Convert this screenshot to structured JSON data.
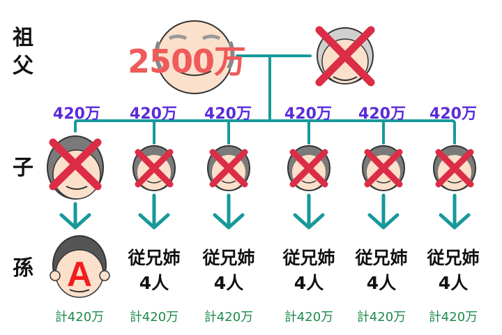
{
  "generations": {
    "grandparents_label": "祖\n父",
    "grandparents_label_chars": [
      "祖",
      "父"
    ],
    "children_label": "子",
    "grandchildren_label": "孫"
  },
  "grandfather": {
    "estate": "2500万",
    "status": "alive"
  },
  "grandmother": {
    "status": "deceased"
  },
  "children": [
    {
      "share": "420万",
      "status": "deceased"
    },
    {
      "share": "420万",
      "status": "deceased"
    },
    {
      "share": "420万",
      "status": "deceased"
    },
    {
      "share": "420万",
      "status": "deceased"
    },
    {
      "share": "420万",
      "status": "deceased"
    },
    {
      "share": "420万",
      "status": "deceased"
    }
  ],
  "grandchildren": [
    {
      "label": "A",
      "count": "",
      "total": "計420万"
    },
    {
      "label": "従兄姉",
      "count": "4人",
      "total": "計420万"
    },
    {
      "label": "従兄姉",
      "count": "4人",
      "total": "計420万"
    },
    {
      "label": "従兄姉",
      "count": "4人",
      "total": "計420万"
    },
    {
      "label": "従兄姉",
      "count": "4人",
      "total": "計420万"
    },
    {
      "label": "従兄姉",
      "count": "4人",
      "total": "計420万"
    }
  ],
  "colors": {
    "line": "#17999a",
    "cross": "#dc2d47",
    "estate_text": "#ef5a5a",
    "share_text": "#5b2bd9",
    "total_text": "#1e8a4a"
  }
}
